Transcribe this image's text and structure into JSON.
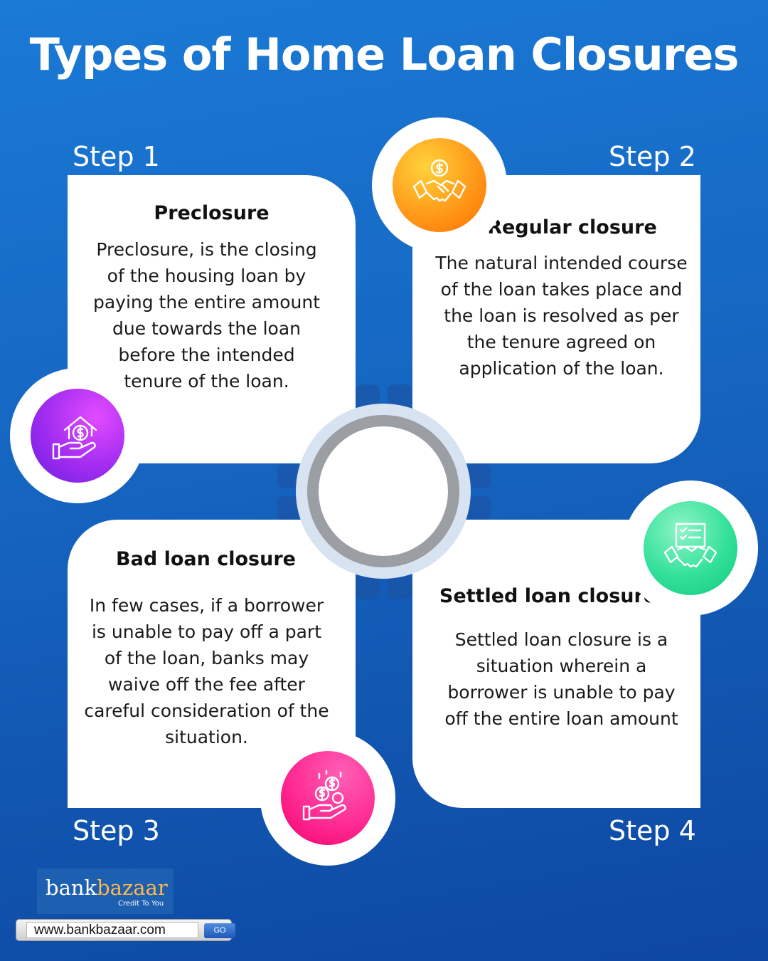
{
  "title": "Types of Home Loan Closures",
  "steps": [
    {
      "step_label": "Step 1",
      "heading": "Preclosure",
      "text": "Preclosure, is the closing of the housing loan by paying the entire amount due towards the loan before the intended tenure of the loan.",
      "icon": "hand-house-dollar-icon"
    },
    {
      "step_label": "Step 2",
      "heading": "Regular closure",
      "text": "The natural intended course of the loan takes place and the loan is resolved as per the tenure agreed on application of the loan.",
      "icon": "handshake-dollar-icon"
    },
    {
      "step_label": "Step 3",
      "heading": "Bad loan closure",
      "text": "In few cases, if a borrower is unable to pay off a part of the loan, banks may waive off the fee after careful consideration of the situation.",
      "icon": "hand-coins-icon"
    },
    {
      "step_label": "Step 4",
      "heading": "Settled loan closure",
      "text": "Settled loan closure is a situation wherein a borrower is unable to pay off the entire loan amount",
      "icon": "handshake-document-icon"
    }
  ],
  "branding": {
    "logo_part1": "bank",
    "logo_part2": "bazaar",
    "tagline": "Credit To You",
    "url": "www.bankbazaar.com",
    "go_label": "GO"
  },
  "colors": {
    "background": "#1565c0",
    "step1_badge": "#8e2de2",
    "step2_badge": "#ff8a00",
    "step3_badge": "#ff1f8e",
    "step4_badge": "#2ee59d"
  }
}
